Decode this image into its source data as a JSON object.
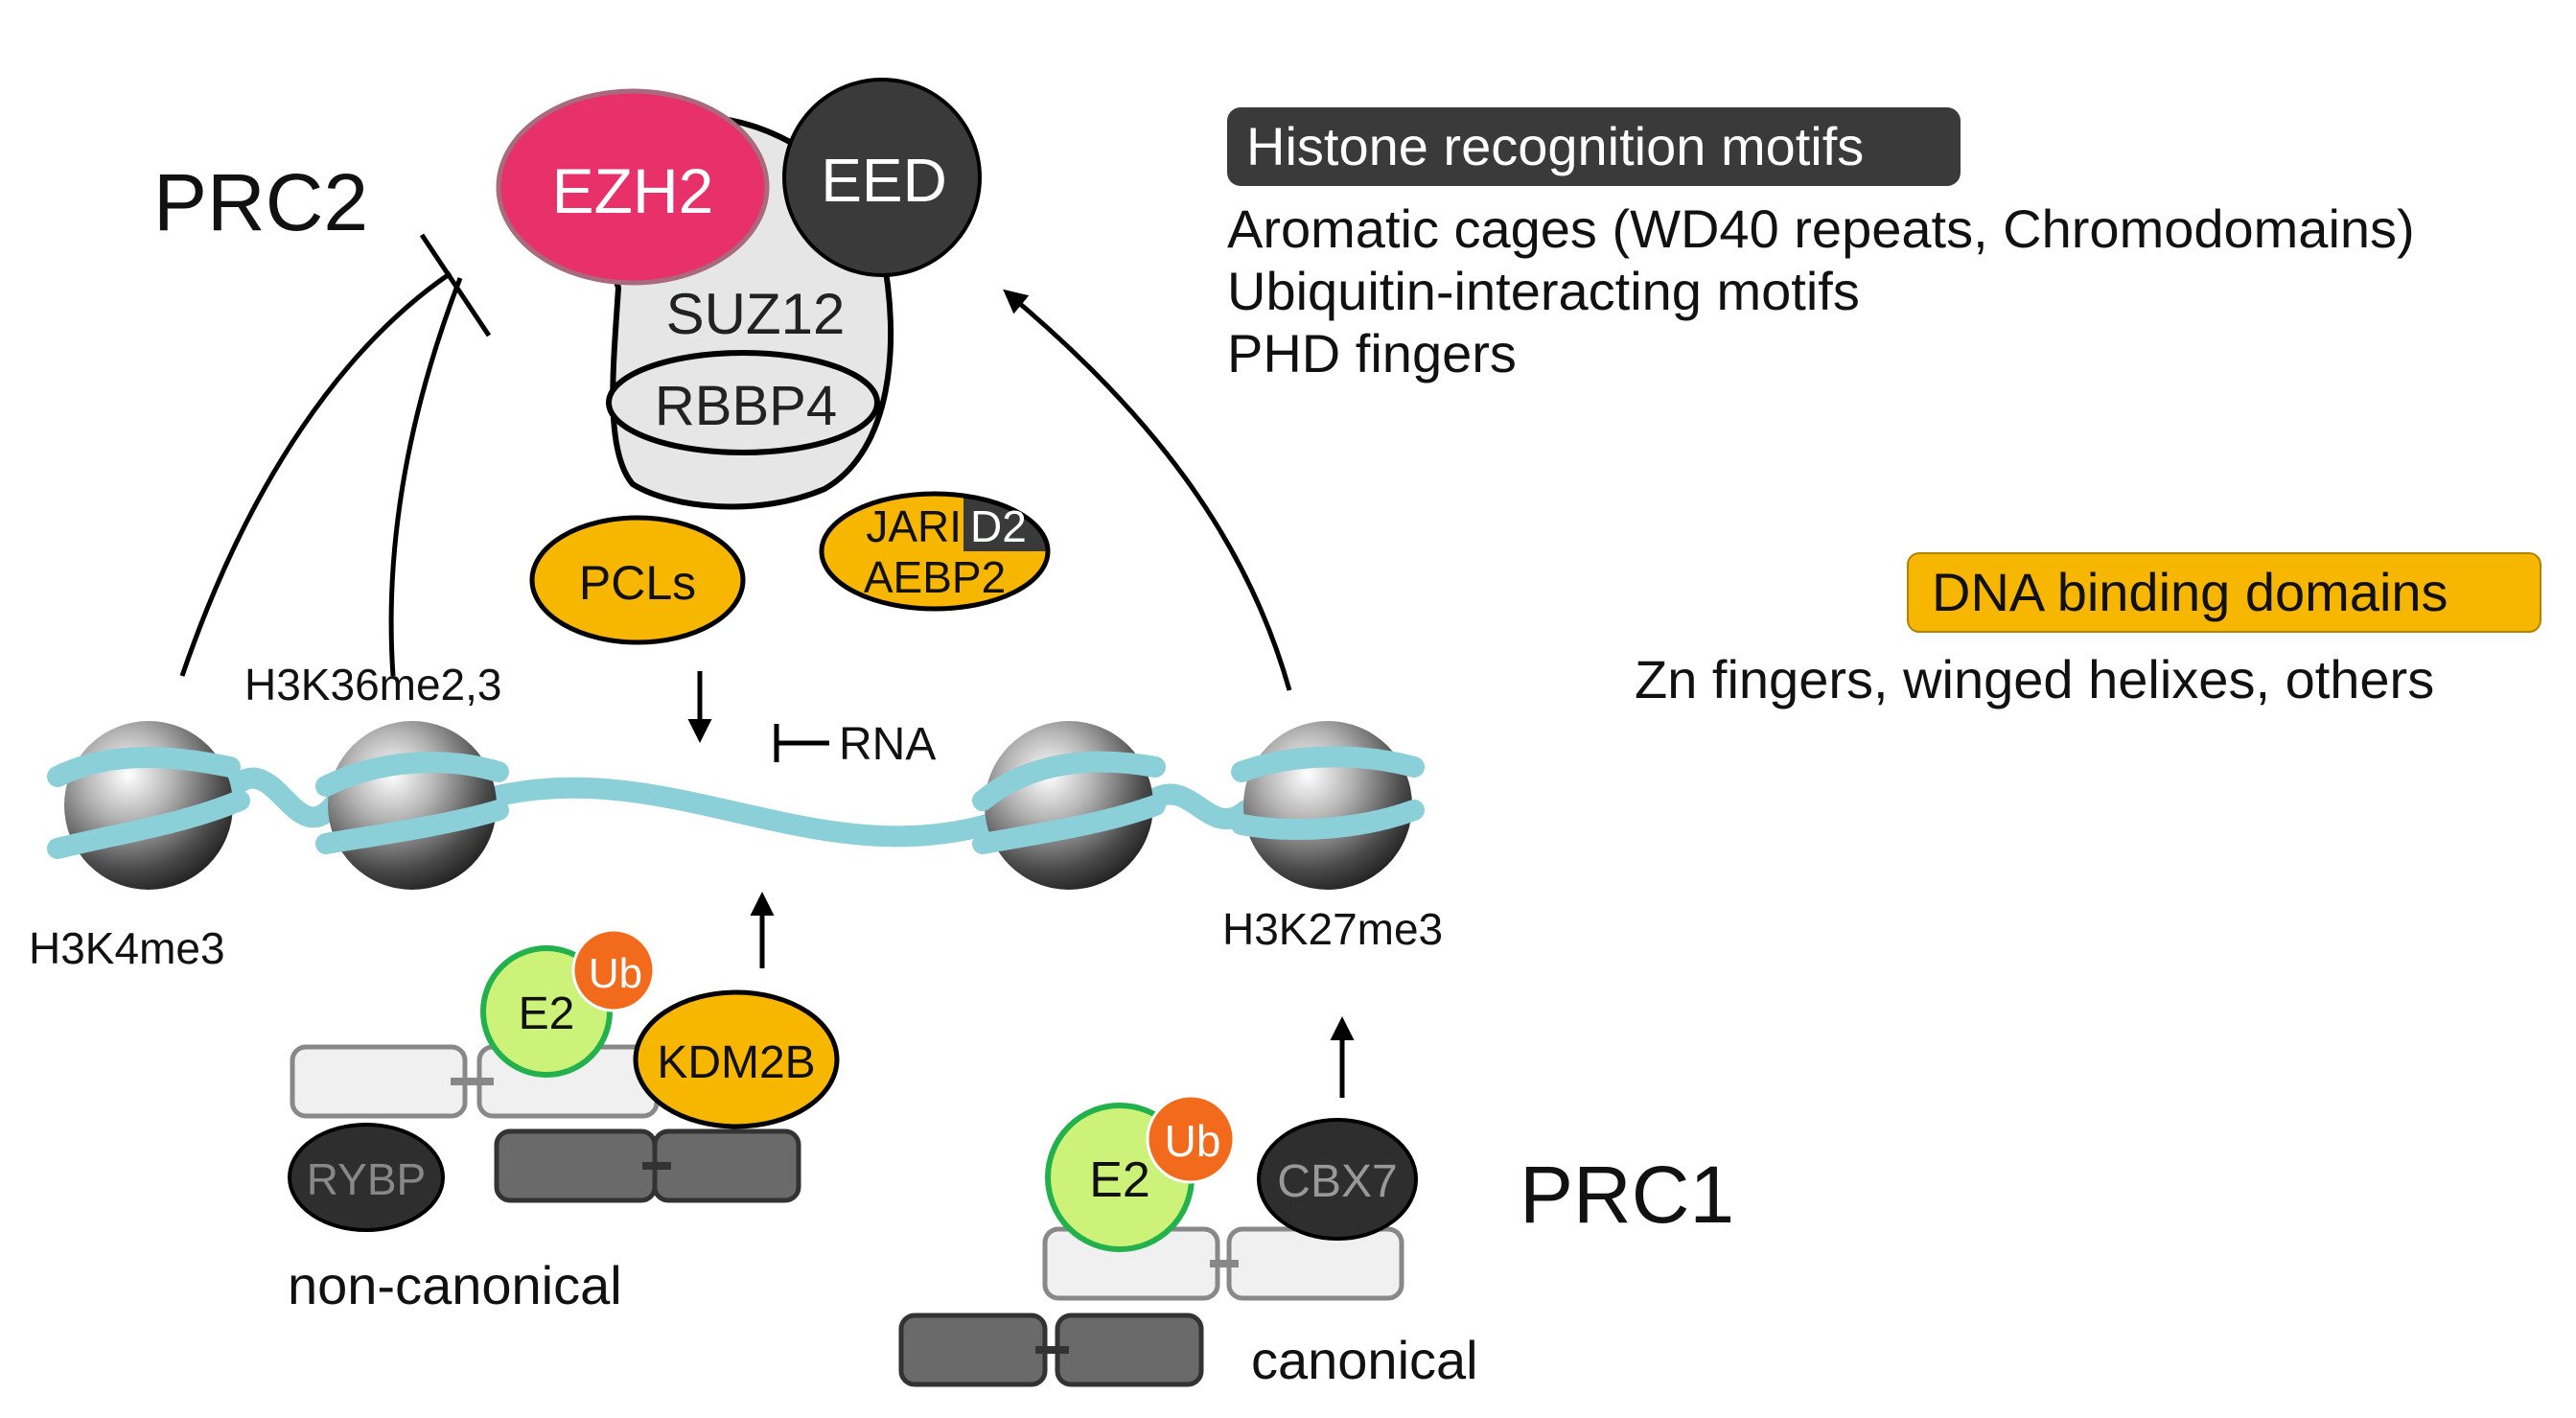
{
  "prc2": {
    "label": "PRC2",
    "ezh2": "EZH2",
    "eed": "EED",
    "suz12": "SUZ12",
    "rbbp4": "RBBP4",
    "pcls": "PCLs",
    "jarid2_left": "JARI",
    "jarid2_right": "D2",
    "aebp2": "AEBP2"
  },
  "rna": "RNA",
  "marks": {
    "h3k36": "H3K36me2,3",
    "h3k4": "H3K4me3",
    "h3k27": "H3K27me3"
  },
  "legend": {
    "histone_header": "Histone recognition motifs",
    "histone_lines": [
      "Aromatic cages (WD40 repeats, Chromodomains)",
      "Ubiquitin-interacting motifs",
      "PHD fingers"
    ],
    "dna_header": "DNA binding domains",
    "dna_line": "Zn fingers, winged helixes, others"
  },
  "prc1": {
    "label": "PRC1",
    "noncanonical": {
      "e2": "E2",
      "ub": "Ub",
      "kdm2b": "KDM2B",
      "rybp": "RYBP",
      "caption": "non-canonical"
    },
    "canonical": {
      "e2": "E2",
      "ub": "Ub",
      "cbx7": "CBX7",
      "caption": "canonical"
    }
  },
  "colors": {
    "ezh2": "#e8306b",
    "dark": "#3a3a3a",
    "orange": "#f7b600",
    "ub": "#f26a1b",
    "e2": "#ccf27a",
    "e2_border": "#22b14c",
    "dna": "#8bcfd8",
    "light_gray": "#e6e6e6"
  }
}
